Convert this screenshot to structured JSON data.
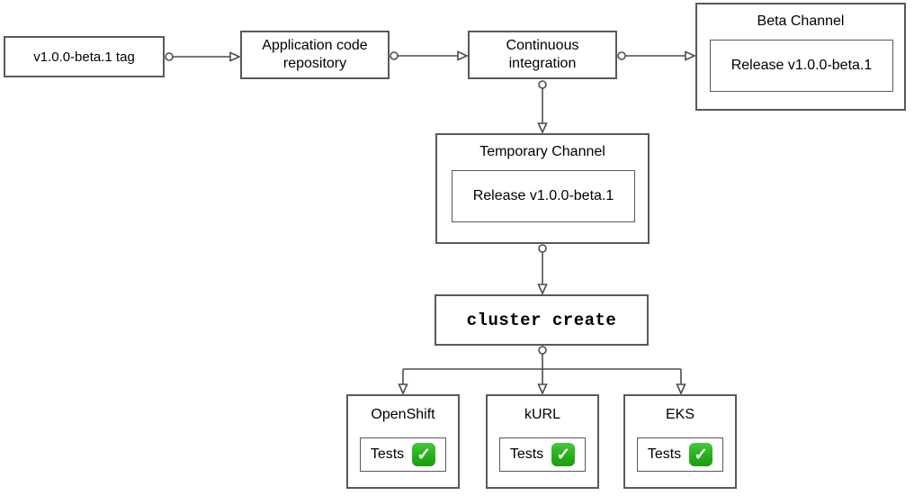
{
  "diagram": {
    "nodes": {
      "tag": {
        "label": "v1.0.0-beta.1 tag"
      },
      "repo": {
        "label": "Application code\nrepository"
      },
      "ci": {
        "label": "Continuous\nintegration"
      },
      "beta_channel": {
        "title": "Beta Channel",
        "release": "Release v1.0.0-beta.1"
      },
      "temporary_channel": {
        "title": "Temporary Channel",
        "release": "Release v1.0.0-beta.1"
      },
      "cluster_create": {
        "label": "cluster create"
      },
      "openshift": {
        "title": "OpenShift",
        "tests_label": "Tests"
      },
      "kurl": {
        "title": "kURL",
        "tests_label": "Tests"
      },
      "eks": {
        "title": "EKS",
        "tests_label": "Tests"
      }
    },
    "edges": [
      {
        "from": "tag",
        "to": "repo",
        "start": "circle",
        "end": "open-arrow"
      },
      {
        "from": "repo",
        "to": "ci",
        "start": "circle",
        "end": "open-arrow"
      },
      {
        "from": "ci",
        "to": "beta_channel",
        "start": "circle",
        "end": "open-arrow"
      },
      {
        "from": "ci",
        "to": "temporary_channel",
        "start": "circle",
        "end": "open-arrow"
      },
      {
        "from": "temporary_channel",
        "to": "cluster_create",
        "start": "circle",
        "end": "open-arrow"
      },
      {
        "from": "cluster_create",
        "to": "openshift",
        "start": "circle",
        "end": "open-arrow"
      },
      {
        "from": "cluster_create",
        "to": "kurl",
        "start": "circle",
        "end": "open-arrow"
      },
      {
        "from": "cluster_create",
        "to": "eks",
        "start": "circle",
        "end": "open-arrow"
      }
    ],
    "icons": {
      "check": {
        "name": "check-mark-button-icon",
        "glyph": "✓",
        "color": "#24b019"
      }
    },
    "colors": {
      "box_border": "#595959",
      "connector": "#4d4d4d",
      "text": "#000000",
      "background": "#ffffff",
      "check_green": "#24b019"
    }
  }
}
